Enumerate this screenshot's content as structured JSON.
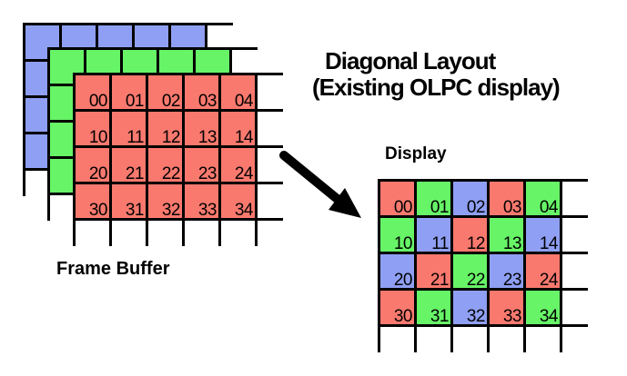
{
  "title": {
    "line1": "Diagonal Layout",
    "line2": "(Existing OLPC display)"
  },
  "colors": {
    "red": "#fa796e",
    "green": "#67f467",
    "blue": "#8f9ff3",
    "line": "#000000",
    "background": "#ffffff"
  },
  "frame_buffer": {
    "label": "Frame Buffer",
    "planes": [
      {
        "name": "blue-plane",
        "color": "blue"
      },
      {
        "name": "green-plane",
        "color": "green"
      },
      {
        "name": "red-plane",
        "color": "red",
        "cell_labels": [
          [
            "00",
            "01",
            "02",
            "03",
            "04"
          ],
          [
            "10",
            "11",
            "12",
            "13",
            "14"
          ],
          [
            "20",
            "21",
            "22",
            "23",
            "24"
          ],
          [
            "30",
            "31",
            "32",
            "33",
            "34"
          ]
        ]
      }
    ]
  },
  "display": {
    "label": "Display",
    "cells": [
      [
        {
          "label": "00",
          "color": "red"
        },
        {
          "label": "01",
          "color": "green"
        },
        {
          "label": "02",
          "color": "blue"
        },
        {
          "label": "03",
          "color": "red"
        },
        {
          "label": "04",
          "color": "green"
        }
      ],
      [
        {
          "label": "10",
          "color": "green"
        },
        {
          "label": "11",
          "color": "blue"
        },
        {
          "label": "12",
          "color": "red"
        },
        {
          "label": "13",
          "color": "green"
        },
        {
          "label": "14",
          "color": "blue"
        }
      ],
      [
        {
          "label": "20",
          "color": "blue"
        },
        {
          "label": "21",
          "color": "red"
        },
        {
          "label": "22",
          "color": "green"
        },
        {
          "label": "23",
          "color": "blue"
        },
        {
          "label": "24",
          "color": "red"
        }
      ],
      [
        {
          "label": "30",
          "color": "red"
        },
        {
          "label": "31",
          "color": "green"
        },
        {
          "label": "32",
          "color": "blue"
        },
        {
          "label": "33",
          "color": "red"
        },
        {
          "label": "34",
          "color": "green"
        }
      ]
    ]
  }
}
